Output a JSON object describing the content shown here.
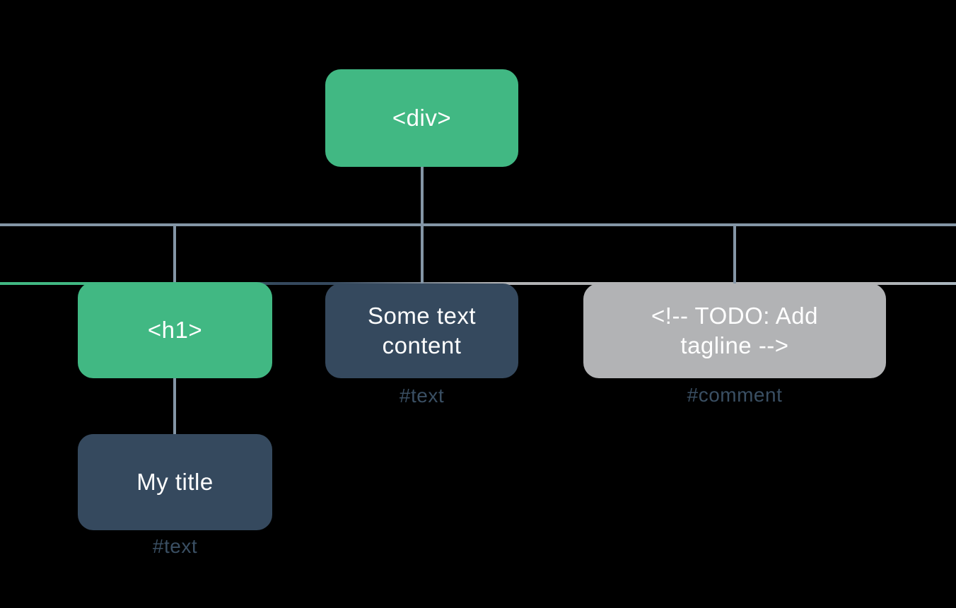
{
  "diagram": {
    "kind": "dom-tree",
    "background": "#000000",
    "colors": {
      "element_node": "#41b883",
      "text_node": "#35495e",
      "comment_node": "#b2b3b5",
      "connector": "#8496a6",
      "rail_gradient": [
        "#41b883",
        "#35495e",
        "#b2b3b5",
        "#a9b6bf"
      ],
      "node_text": "#ffffff",
      "annotation_text": "#3a4f63"
    },
    "nodes": {
      "div": {
        "label": "<div>",
        "kind": "element"
      },
      "h1": {
        "label": "<h1>",
        "kind": "element"
      },
      "text_content": {
        "label": "Some text\ncontent",
        "kind": "text",
        "annotation": "#text"
      },
      "comment": {
        "label": "<!-- TODO: Add\ntagline  -->",
        "kind": "comment",
        "annotation": "#comment"
      },
      "my_title": {
        "label": "My title",
        "kind": "text",
        "annotation": "#text"
      }
    },
    "edges": [
      {
        "from": "div",
        "to": "h1"
      },
      {
        "from": "div",
        "to": "text_content"
      },
      {
        "from": "div",
        "to": "comment"
      },
      {
        "from": "h1",
        "to": "my_title"
      }
    ]
  }
}
